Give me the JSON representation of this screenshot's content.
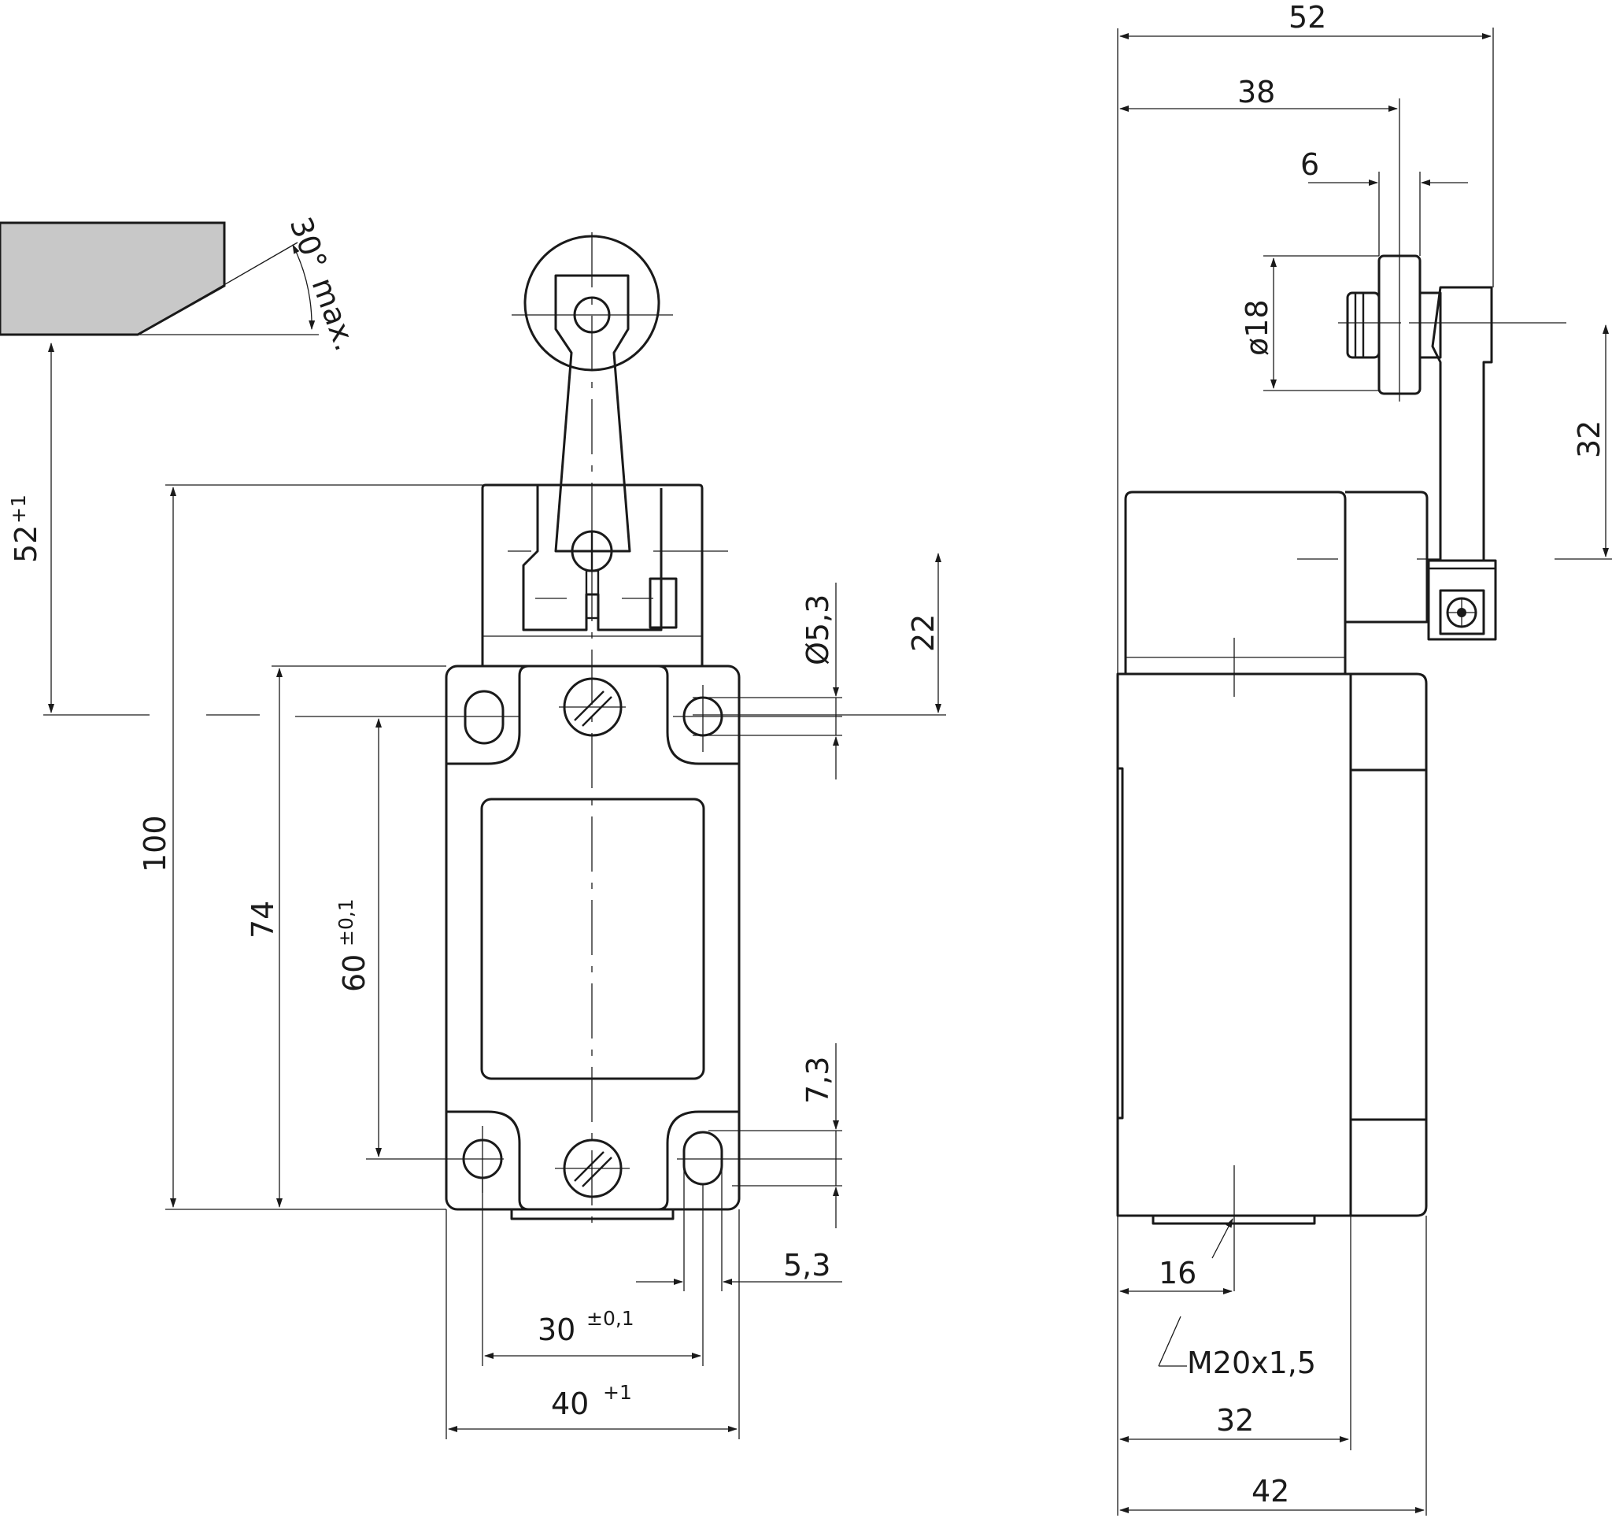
{
  "front_view": {
    "d_52": "52",
    "d_52_tol": "+1",
    "d_angle": "30°",
    "d_angle_suffix": "max.",
    "d_100": "100",
    "d_74": "74",
    "d_60": "60",
    "d_60_tol": "±0,1",
    "d_22": "22",
    "d_hole": "Ø5,3",
    "d_7_3": "7,3",
    "d_5_3": "5,3",
    "d_30": "30",
    "d_30_tol": "±0,1",
    "d_40": "40",
    "d_40_tol": "+1"
  },
  "side_view": {
    "d_52": "52",
    "d_38": "38",
    "d_6": "6",
    "d_roller": "ø18",
    "d_32_v": "32",
    "d_16": "16",
    "d_thread": "M20x1,5",
    "d_32_h": "32",
    "d_42": "42"
  },
  "colors": {
    "line": "#1a1a1a",
    "cam_fill": "#c8c8c8",
    "background": "#ffffff"
  }
}
